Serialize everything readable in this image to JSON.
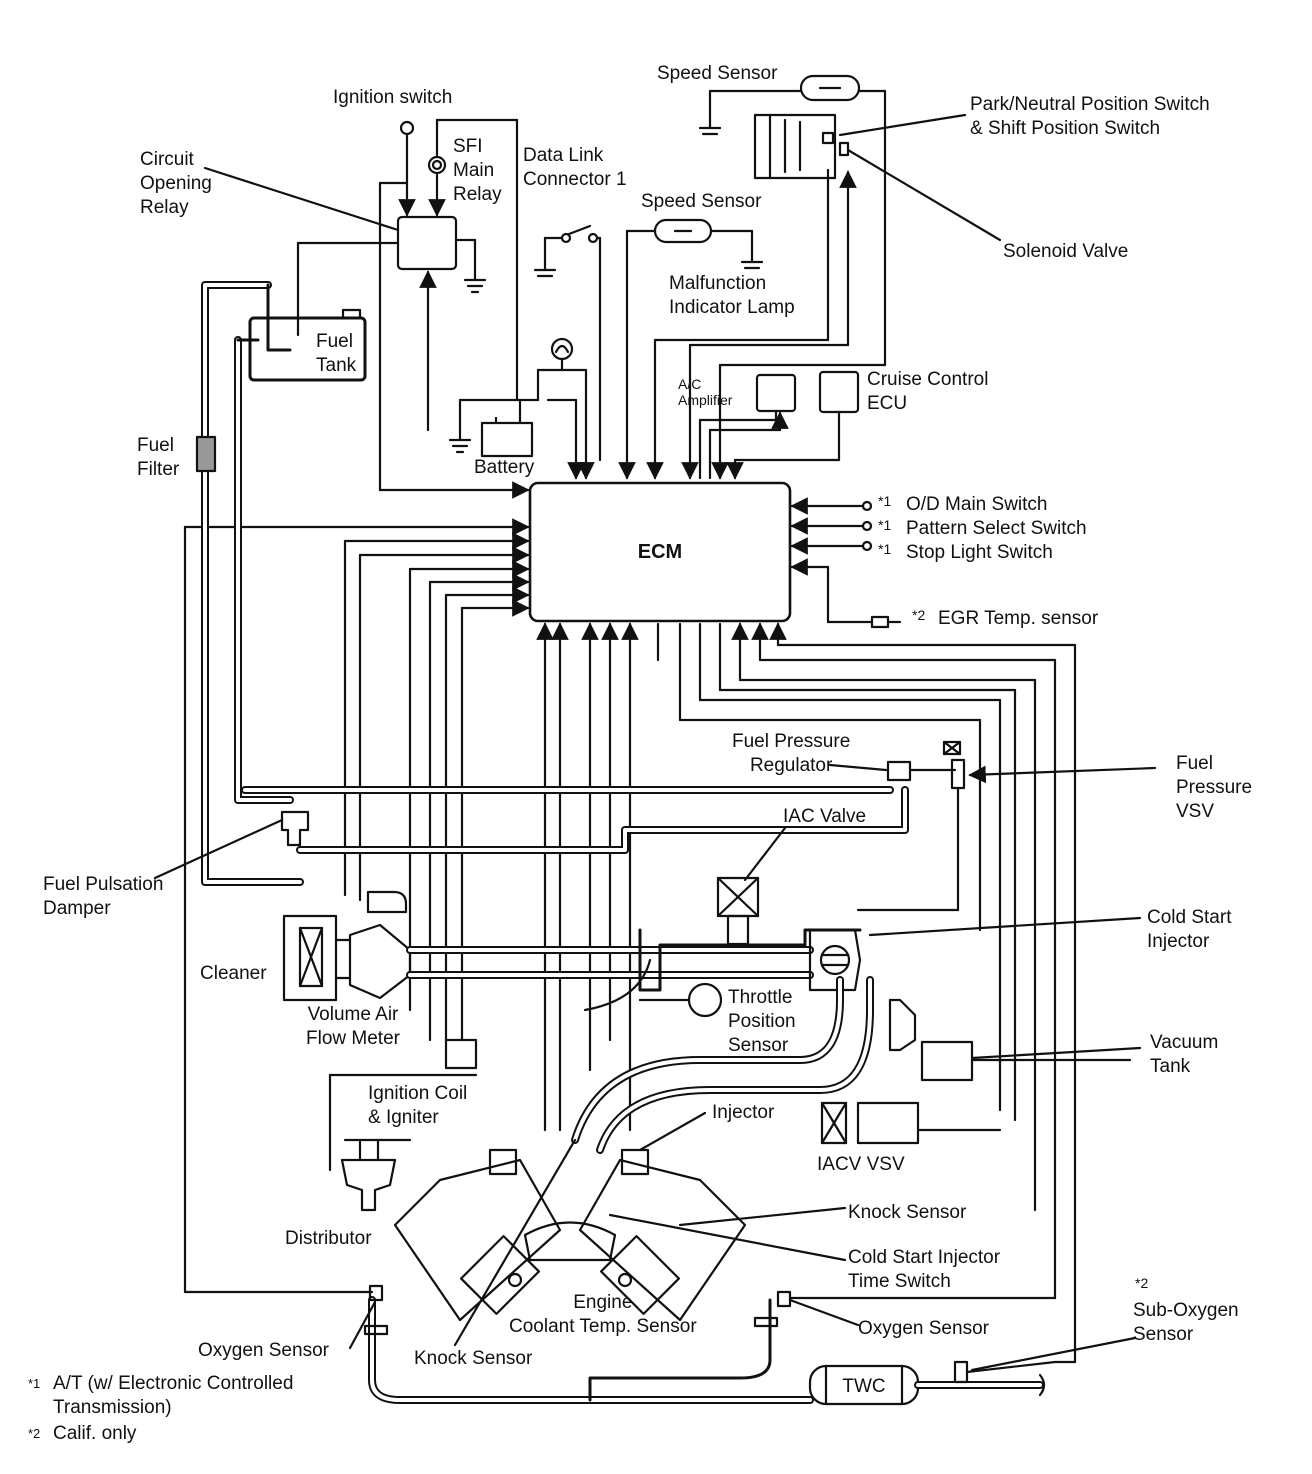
{
  "labels": {
    "ignition_switch": "Ignition switch",
    "circuit_opening_relay": "Circuit\nOpening\nRelay",
    "sfi_main_relay": "SFI\nMain\nRelay",
    "data_link_connector": "Data Link\nConnector 1",
    "speed_sensor_top": "Speed Sensor",
    "speed_sensor_mid": "Speed Sensor",
    "park_neutral": "Park/Neutral Position Switch\n& Shift Position Switch",
    "solenoid_valve": "Solenoid Valve",
    "malfunction_lamp": "Malfunction\nIndicator Lamp",
    "fuel_tank": "Fuel\nTank",
    "ac_amplifier": "A/C\nAmplifier",
    "cruise_control": "Cruise Control\nECU",
    "fuel_filter": "Fuel\nFilter",
    "battery": "Battery",
    "ecm": "ECM",
    "od_main_switch": "O/D Main Switch",
    "pattern_select_switch": "Pattern Select Switch",
    "stop_light_switch": "Stop Light Switch",
    "egr_temp_sensor": "EGR Temp. sensor",
    "fuel_pressure_regulator": "Fuel Pressure\nRegulator",
    "fuel_pressure_vsv": "Fuel\nPressure\nVSV",
    "iac_valve": "IAC Valve",
    "fuel_pulsation_damper": "Fuel Pulsation\nDamper",
    "cold_start_injector": "Cold Start\nInjector",
    "cleaner": "Cleaner",
    "throttle_position_sensor": "Throttle\nPosition\nSensor",
    "volume_air_flow_meter": "Volume Air\nFlow Meter",
    "vacuum_tank": "Vacuum\nTank",
    "ignition_coil": "Ignition Coil\n& Igniter",
    "injector": "Injector",
    "iacv_vsv": "IACV VSV",
    "knock_sensor_right": "Knock Sensor",
    "distributor": "Distributor",
    "cold_start_time_switch": "Cold Start Injector\nTime Switch",
    "engine_coolant_temp": "Engine\nCoolant Temp. Sensor",
    "oxygen_sensor_left": "Oxygen Sensor",
    "oxygen_sensor_right": "Oxygen Sensor",
    "knock_sensor_bottom": "Knock Sensor",
    "sub_oxygen_sensor": "Sub-Oxygen\nSensor",
    "twc": "TWC"
  },
  "markers": {
    "note1": "*1",
    "note2": "*2"
  },
  "footnotes": {
    "note1_mark": "*1",
    "note1_text": "A/T (w/ Electronic Controlled\nTransmission)",
    "note2_mark": "*2",
    "note2_text": "Calif. only"
  }
}
